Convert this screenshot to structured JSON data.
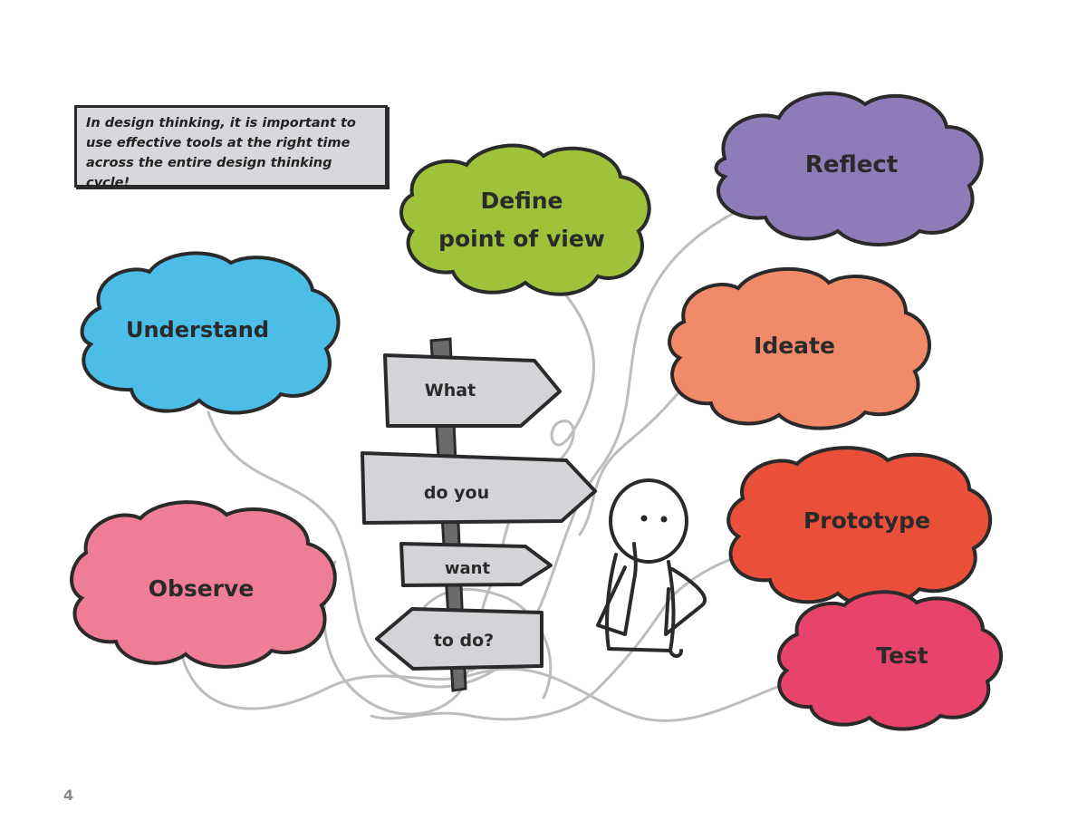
{
  "intro_note": "In design thinking, it is important to use effective tools at the right time across the entire design thinking cycle!",
  "clouds": {
    "define": {
      "line1": "Define",
      "line2": "point of view",
      "color": "#9ec23a"
    },
    "reflect": {
      "label": "Reflect",
      "color": "#8e7cb8"
    },
    "understand": {
      "label": "Understand",
      "color": "#4bbde6"
    },
    "ideate": {
      "label": "Ideate",
      "color": "#f08a68"
    },
    "prototype": {
      "label": "Prototype",
      "color": "#ea4f3a"
    },
    "observe": {
      "label": "Observe",
      "color": "#ee7d95"
    },
    "test": {
      "label": "Test",
      "color": "#e8436a"
    }
  },
  "signpost": {
    "sign1": "What",
    "sign2": "do you",
    "sign3": "want",
    "sign4": "to do?"
  },
  "page_number": "4"
}
